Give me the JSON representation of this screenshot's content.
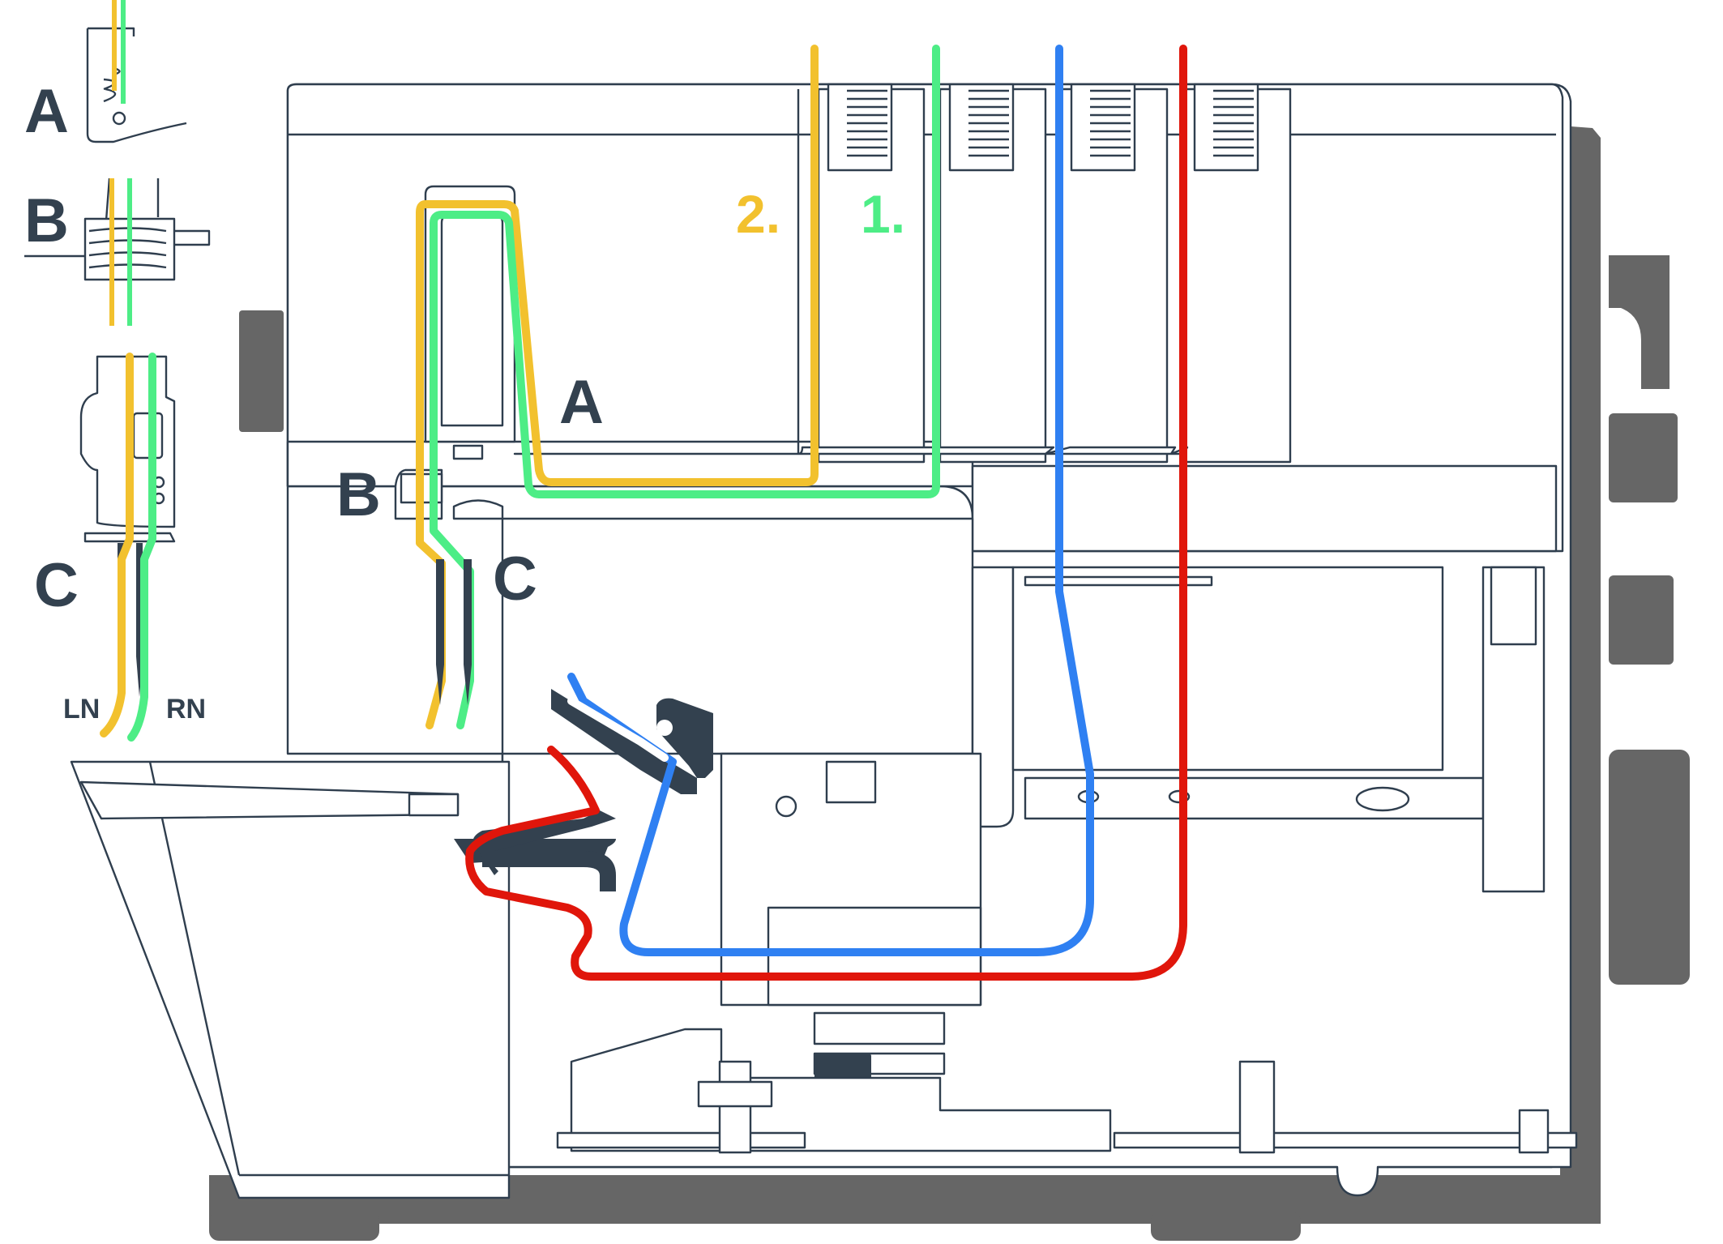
{
  "diagram": {
    "labels": {
      "detail_a": "A",
      "detail_b": "B",
      "detail_c": "C",
      "left_needle": "LN",
      "right_needle": "RN",
      "main_a": "A",
      "main_b": "B",
      "main_c": "C",
      "step_2": "2.",
      "step_1": "1."
    },
    "threads": [
      {
        "color_name": "yellow",
        "color": "#f2c12e"
      },
      {
        "color_name": "green",
        "color": "#4ded86"
      },
      {
        "color_name": "blue",
        "color": "#2f80f2"
      },
      {
        "color_name": "red",
        "color": "#e0160b"
      }
    ],
    "palette": {
      "outline": "#2f3e4e",
      "dark_part": "#33414f",
      "base_shadow": "#666666",
      "background": "#ffffff"
    }
  }
}
